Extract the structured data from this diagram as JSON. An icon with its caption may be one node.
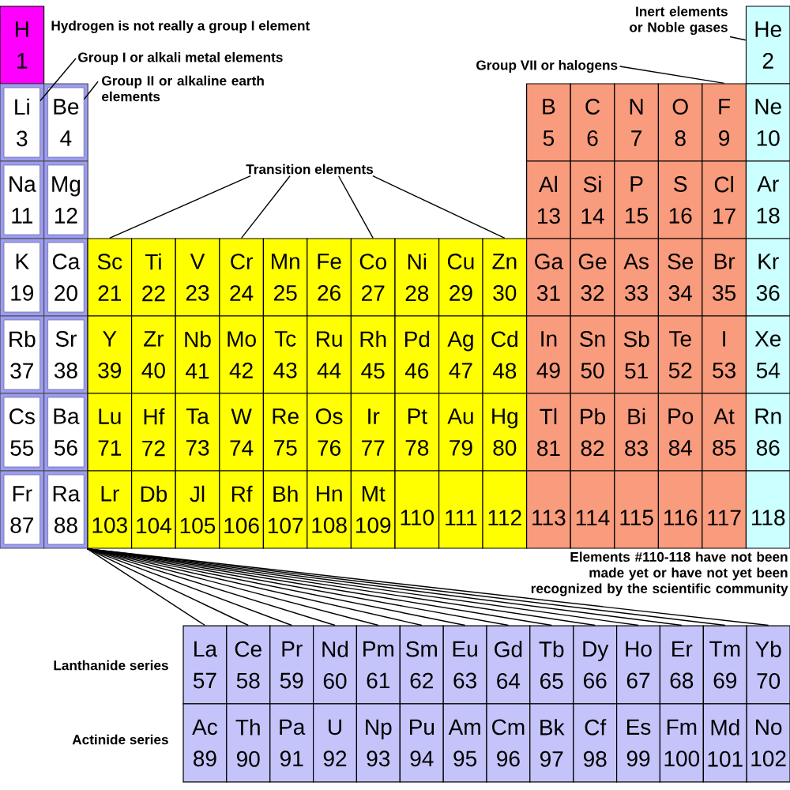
{
  "diagram": {
    "nodes": [
      {
        "text": [
          "Inert elements or Noble gases"
        ]
      },
      {
        "text": [
          "Group I or alkali metal elements"
        ]
      },
      {
        "text": [
          "Group II or alkaline earth elements"
        ]
      },
      {
        "text": [
          "Group VII or halogens"
        ]
      },
      {
        "text": [
          "Transition elements"
        ]
      },
      {
        "text": [
          "H",
          "1"
        ]
      },
      {
        "text": [
          "He",
          "2"
        ]
      },
      {
        "text": [
          "Li",
          "3"
        ]
      },
      {
        "text": [
          "Be",
          "4"
        ]
      },
      {
        "text": [
          "B",
          "5"
        ]
      },
      {
        "text": [
          "C",
          "6"
        ]
      },
      {
        "text": [
          "N",
          "7"
        ]
      },
      {
        "text": [
          "O",
          "8"
        ]
      },
      {
        "text": [
          "F",
          "9"
        ]
      },
      {
        "text": [
          "Ne",
          "10"
        ]
      },
      {
        "text": [
          "Na",
          "11"
        ]
      },
      {
        "text": [
          "Mg",
          "12"
        ]
      },
      {
        "text": [
          "Al",
          "13"
        ]
      },
      {
        "text": [
          "Si",
          "14"
        ]
      },
      {
        "text": [
          "P",
          "15"
        ]
      },
      {
        "text": [
          "S",
          "16"
        ]
      },
      {
        "text": [
          "Cl",
          "17"
        ]
      },
      {
        "text": [
          "Ar",
          "18"
        ]
      },
      {
        "text": [
          "K",
          "19"
        ]
      },
      {
        "text": [
          "Ca",
          "20"
        ]
      },
      {
        "text": [
          "Sc",
          "21"
        ]
      },
      {
        "text": [
          "Ti",
          "22"
        ]
      },
      {
        "text": [
          "V",
          "23"
        ]
      },
      {
        "text": [
          "Cr",
          "24"
        ]
      },
      {
        "text": [
          "Mn",
          "25"
        ]
      },
      {
        "text": [
          "Fe",
          "26"
        ]
      },
      {
        "text": [
          "Co",
          "27"
        ]
      },
      {
        "text": [
          "Ni",
          "28"
        ]
      },
      {
        "text": [
          "Cu",
          "29"
        ]
      },
      {
        "text": [
          "Zn",
          "30"
        ]
      },
      {
        "text": [
          "Ga",
          "31"
        ]
      },
      {
        "text": [
          "Ge",
          "32"
        ]
      },
      {
        "text": [
          "As",
          "33"
        ]
      },
      {
        "text": [
          "Se",
          "34"
        ]
      },
      {
        "text": [
          "Br",
          "35"
        ]
      },
      {
        "text": [
          "Kr",
          "36"
        ]
      },
      {
        "text": [
          "Rb",
          "37"
        ]
      },
      {
        "text": [
          "Sr",
          "38"
        ]
      },
      {
        "text": [
          "Y",
          "39"
        ]
      },
      {
        "text": [
          "Zr",
          "40"
        ]
      },
      {
        "text": [
          "Nb",
          "41"
        ]
      },
      {
        "text": [
          "Mo",
          "42"
        ]
      },
      {
        "text": [
          "Tc",
          "43"
        ]
      },
      {
        "text": [
          "Ru",
          "44"
        ]
      },
      {
        "text": [
          "Rh",
          "45"
        ]
      },
      {
        "text": [
          "Pd",
          "46"
        ]
      },
      {
        "text": [
          "Ag",
          "47"
        ]
      },
      {
        "text": [
          "Cd",
          "48"
        ]
      },
      {
        "text": [
          "In",
          "49"
        ]
      },
      {
        "text": [
          "Sn",
          "50"
        ]
      },
      {
        "text": [
          "Sb",
          "51"
        ]
      },
      {
        "text": [
          "Te",
          "52"
        ]
      },
      {
        "text": [
          "I",
          "53"
        ]
      },
      {
        "text": [
          "Xe",
          "54"
        ]
      },
      {
        "text": [
          "Cs",
          "55"
        ]
      },
      {
        "text": [
          "Ba",
          "56"
        ]
      },
      {
        "text": [
          "Lu",
          "71"
        ]
      },
      {
        "text": [
          "Hf",
          "72"
        ]
      },
      {
        "text": [
          "Ta",
          "73"
        ]
      },
      {
        "text": [
          "W",
          "74"
        ]
      },
      {
        "text": [
          "Re",
          "75"
        ]
      },
      {
        "text": [
          "Os",
          "76"
        ]
      },
      {
        "text": [
          "Ir",
          "77"
        ]
      },
      {
        "text": [
          "Pt",
          "78"
        ]
      },
      {
        "text": [
          "Au",
          "79"
        ]
      },
      {
        "text": [
          "Hg",
          "80"
        ]
      },
      {
        "text": [
          "Tl",
          "81"
        ]
      },
      {
        "text": [
          "Pb",
          "82"
        ]
      },
      {
        "text": [
          "Bi",
          "83"
        ]
      },
      {
        "text": [
          "Po",
          "84"
        ]
      },
      {
        "text": [
          "At",
          "85"
        ]
      },
      {
        "text": [
          "Rn",
          "86"
        ]
      },
      {
        "text": [
          "Fr",
          "87"
        ]
      },
      {
        "text": [
          "Ra",
          "88"
        ]
      },
      {
        "text": [
          "Lr",
          "103"
        ]
      },
      {
        "text": [
          "Db",
          "104"
        ]
      },
      {
        "text": [
          "Jl",
          "105"
        ]
      },
      {
        "text": [
          "Rf",
          "106"
        ]
      },
      {
        "text": [
          "Bh",
          "107"
        ]
      },
      {
        "text": [
          "Hn",
          "108"
        ]
      },
      {
        "text": [
          "Mt",
          "109"
        ]
      },
      {
        "text": [
          "110"
        ]
      },
      {
        "text": [
          "111"
        ]
      },
      {
        "text": [
          "112"
        ]
      },
      {
        "text": [
          "113"
        ]
      },
      {
        "text": [
          "114"
        ]
      },
      {
        "text": [
          "115"
        ]
      },
      {
        "text": [
          "116"
        ]
      },
      {
        "text": [
          "117"
        ]
      },
      {
        "text": [
          "118"
        ]
      },
      {
        "text": [
          "La",
          "57"
        ]
      },
      {
        "text": [
          "Ce",
          "58"
        ]
      },
      {
        "text": [
          "Pr",
          "59"
        ]
      },
      {
        "text": [
          "Nd",
          "60"
        ]
      },
      {
        "text": [
          "Pm",
          "61"
        ]
      },
      {
        "text": [
          "Sm",
          "62"
        ]
      },
      {
        "text": [
          "Eu",
          "63"
        ]
      },
      {
        "text": [
          "Gd",
          "64"
        ]
      },
      {
        "text": [
          "Tb",
          "65"
        ]
      },
      {
        "text": [
          "Dy",
          "66"
        ]
      },
      {
        "text": [
          "Ho",
          "67"
        ]
      },
      {
        "text": [
          "Er",
          "68"
        ]
      },
      {
        "text": [
          "Tm",
          "69"
        ]
      },
      {
        "text": [
          "Yb",
          "70"
        ]
      },
      {
        "text": [
          "Ac",
          "89"
        ]
      },
      {
        "text": [
          "Th",
          "90"
        ]
      },
      {
        "text": [
          "Pa",
          "91"
        ]
      },
      {
        "text": [
          "U",
          "92"
        ]
      },
      {
        "text": [
          "Np",
          "93"
        ]
      },
      {
        "text": [
          "Pu",
          "94"
        ]
      },
      {
        "text": [
          "Am",
          "95"
        ]
      },
      {
        "text": [
          "Cm",
          "96"
        ]
      },
      {
        "text": [
          "Bk",
          "97"
        ]
      },
      {
        "text": [
          "Cf",
          "98"
        ]
      },
      {
        "text": [
          "Es",
          "99"
        ]
      },
      {
        "text": [
          "Fm",
          "100"
        ]
      },
      {
        "text": [
          "Md",
          "101"
        ]
      },
      {
        "text": [
          "No",
          "102"
        ]
      }
    ],
    "edges": [
      {
        "from": 0,
        "to": 6,
        "arrow": "none"
      },
      {
        "from": 1,
        "to": 7,
        "arrow": "none"
      },
      {
        "from": 2,
        "to": 8,
        "arrow": "none"
      },
      {
        "from": 3,
        "to": 13,
        "arrow": "none"
      },
      {
        "from": 4,
        "to": 25,
        "arrow": "none"
      },
      {
        "from": 4,
        "to": 28,
        "arrow": "none"
      },
      {
        "from": 4,
        "to": 31,
        "arrow": "none"
      },
      {
        "from": 4,
        "to": 34,
        "arrow": "none"
      },
      {
        "from": 79,
        "to": 95,
        "arrow": "none"
      },
      {
        "from": 79,
        "to": 96,
        "arrow": "none"
      },
      {
        "from": 79,
        "to": 97,
        "arrow": "none"
      },
      {
        "from": 79,
        "to": 98,
        "arrow": "none"
      },
      {
        "from": 79,
        "to": 99,
        "arrow": "none"
      },
      {
        "from": 79,
        "to": 100,
        "arrow": "none"
      },
      {
        "from": 79,
        "to": 101,
        "arrow": "none"
      },
      {
        "from": 79,
        "to": 102,
        "arrow": "none"
      },
      {
        "from": 79,
        "to": 103,
        "arrow": "none"
      },
      {
        "from": 79,
        "to": 104,
        "arrow": "none"
      },
      {
        "from": 79,
        "to": 105,
        "arrow": "none"
      },
      {
        "from": 79,
        "to": 106,
        "arrow": "none"
      },
      {
        "from": 79,
        "to": 107,
        "arrow": "none"
      },
      {
        "from": 79,
        "to": 108,
        "arrow": "none"
      }
    ],
    "labels": [
      "Hydrogen is not really a group I element",
      "Elements #110-118 have not been made yet or have not yet been recognized by the scientific community",
      "Lanthanide series",
      "Actinide series"
    ]
  }
}
